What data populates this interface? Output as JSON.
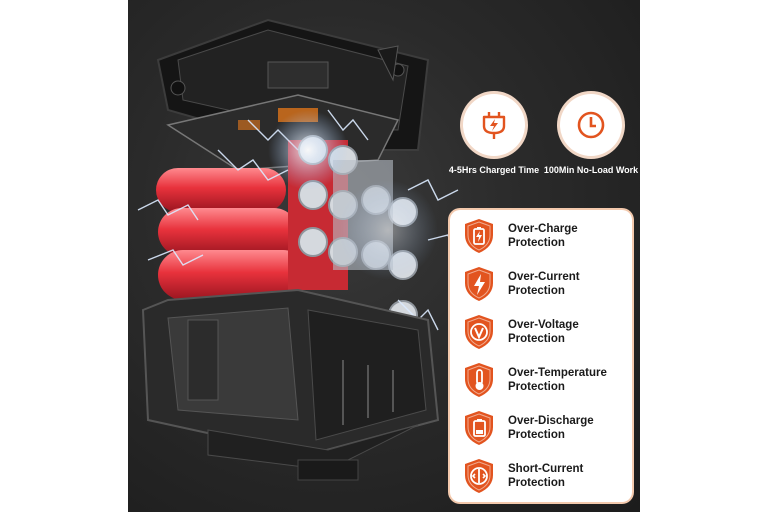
{
  "features": [
    {
      "icon": "plug-charge-icon",
      "label": "4-5Hrs Charged Time"
    },
    {
      "icon": "clock-icon",
      "label": "100Min No-Load Work"
    }
  ],
  "protections": [
    {
      "icon": "battery-shield-icon",
      "line1": "Over-Charge",
      "line2": "Protection"
    },
    {
      "icon": "lightning-shield-icon",
      "line1": "Over-Current",
      "line2": "Protection"
    },
    {
      "icon": "voltage-shield-icon",
      "line1": "Over-Voltage",
      "line2": "Protection"
    },
    {
      "icon": "thermometer-shield-icon",
      "line1": "Over-Temperature",
      "line2": "Protection"
    },
    {
      "icon": "discharge-shield-icon",
      "line1": "Over-Discharge",
      "line2": "Protection"
    },
    {
      "icon": "short-circuit-shield-icon",
      "line1": "Short-Current",
      "line2": "Protection"
    }
  ],
  "colors": {
    "accent": "#e2541f",
    "background": "#262626",
    "cell": "#e8323c"
  }
}
